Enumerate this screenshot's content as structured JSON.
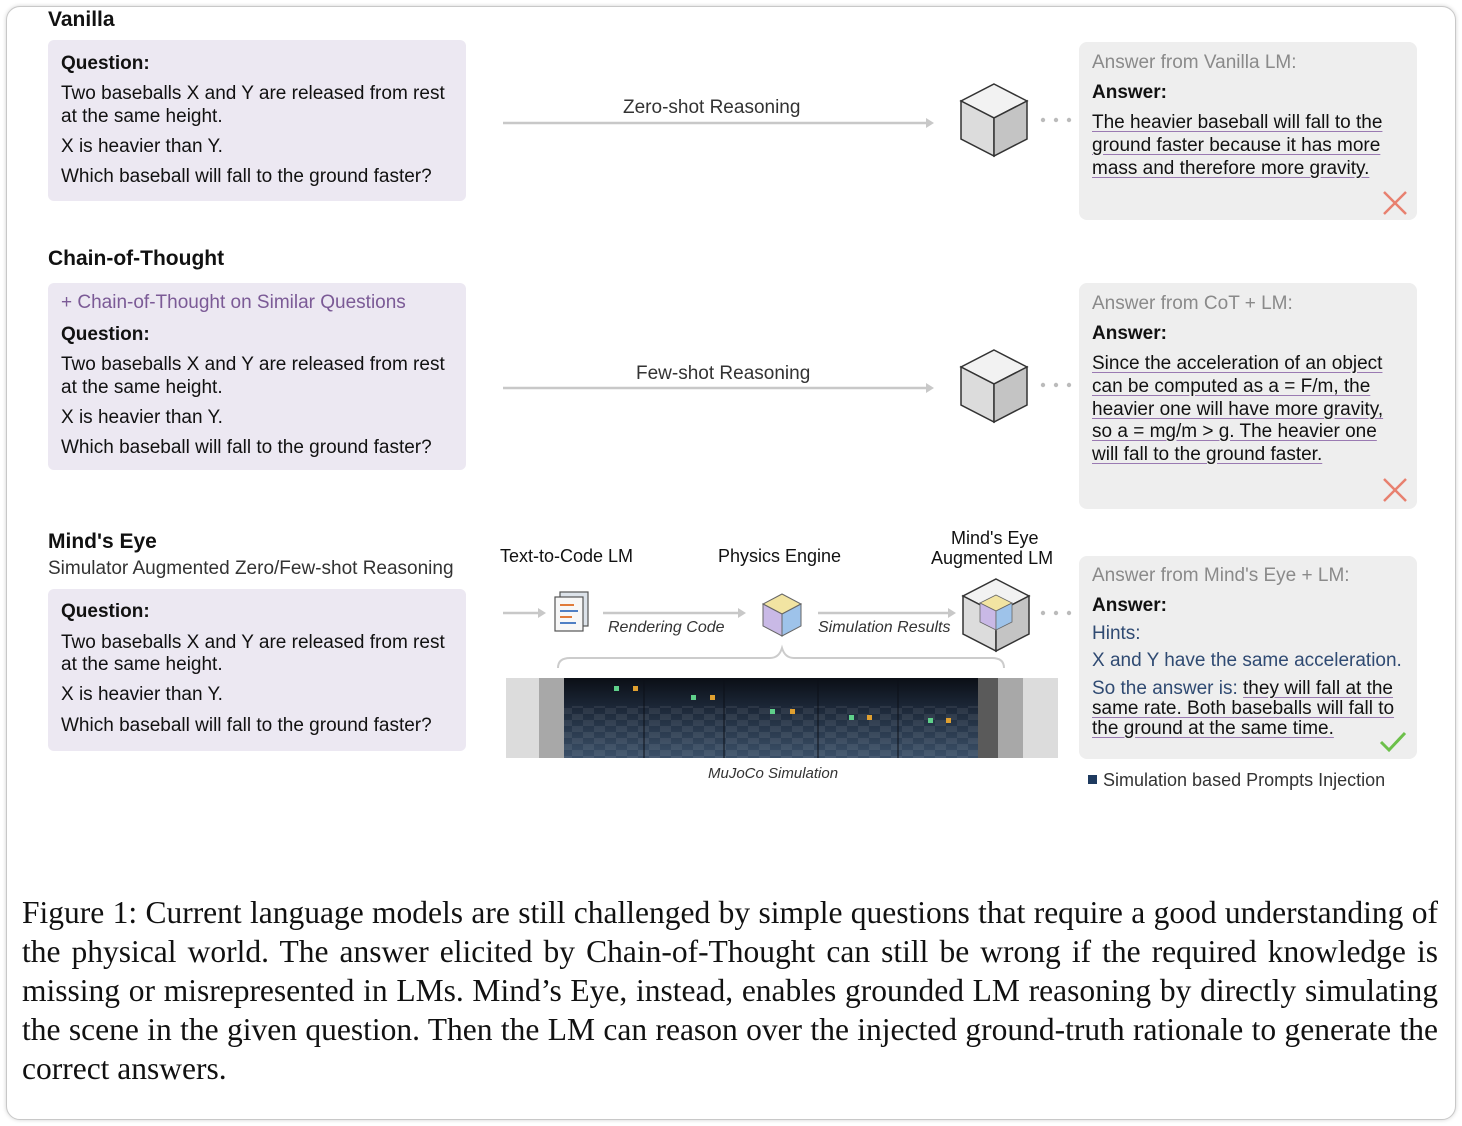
{
  "sections": {
    "vanilla": {
      "title": "Vanilla",
      "question": [
        "Question:",
        "Two baseballs X and Y are released from rest",
        "at the same height.",
        "X is heavier than Y.",
        "Which baseball will fall to the ground faster?"
      ],
      "arrow_label": "Zero-shot Reasoning",
      "answer_header": "Answer from Vanilla LM:",
      "answer_label": "Answer:",
      "answer_lines": [
        "The heavier baseball will fall to the",
        "ground faster because it has more",
        "mass and therefore more gravity."
      ],
      "verdict": "wrong"
    },
    "cot": {
      "title": "Chain-of-Thought",
      "prefix": "+ Chain-of-Thought on Similar Questions",
      "question": [
        "Question:",
        "Two baseballs X and Y are released from rest",
        "at the same height.",
        "X is heavier than Y.",
        "Which baseball will fall to the ground faster?"
      ],
      "arrow_label": "Few-shot Reasoning",
      "answer_header": "Answer from CoT + LM:",
      "answer_label": "Answer:",
      "answer_lines": [
        "Since the acceleration of an object",
        "can be computed as a = F/m, the",
        "heavier one will have more gravity,",
        "so a = mg/m > g. The heavier one",
        "will fall to the ground faster."
      ],
      "verdict": "wrong"
    },
    "minds_eye": {
      "title": "Mind's Eye",
      "subtitle": "Simulator Augmented Zero/Few-shot Reasoning",
      "question": [
        "Question:",
        "Two baseballs X and Y are released from rest",
        "at the same height.",
        "X is heavier than Y.",
        "Which baseball will fall to the ground faster?"
      ],
      "pipeline": {
        "text_to_code": "Text-to-Code LM",
        "physics_engine": "Physics Engine",
        "augmented_lm": [
          "Mind's Eye",
          "Augmented LM"
        ],
        "rendering_code": "Rendering Code",
        "simulation_results": "Simulation Results",
        "simulation_caption": "MuJoCo Simulation"
      },
      "answer_header": "Answer from Mind's Eye + LM:",
      "answer_label": "Answer:",
      "hints_label": "Hints:",
      "hint_line": "X and Y have the same acceleration.",
      "so_answer": "So the answer is:",
      "answer_lines": [
        "they will fall at the",
        "same rate. Both baseballs will fall to",
        "the ground at the same time."
      ],
      "verdict": "correct",
      "legend": "Simulation based Prompts Injection"
    }
  },
  "caption": "Figure 1: Current language models are still challenged by simple questions that require a good understanding of the physical world. The answer elicited by Chain-of-Thought can still be wrong if the required knowledge is missing or misrepresented in LMs. Mind’s Eye, instead, enables grounded LM reasoning by directly simulating the scene in the given question. Then the LM can reason over the injected ground-truth rationale to generate the correct answers.",
  "colors": {
    "question_bg": "#ece8f2",
    "answer_bg": "#eeeeee",
    "cot_prefix": "#7b5a96",
    "hint_blue": "#2f4a72",
    "wrong_mark": "#e8806f",
    "check_mark": "#6cc04a"
  }
}
